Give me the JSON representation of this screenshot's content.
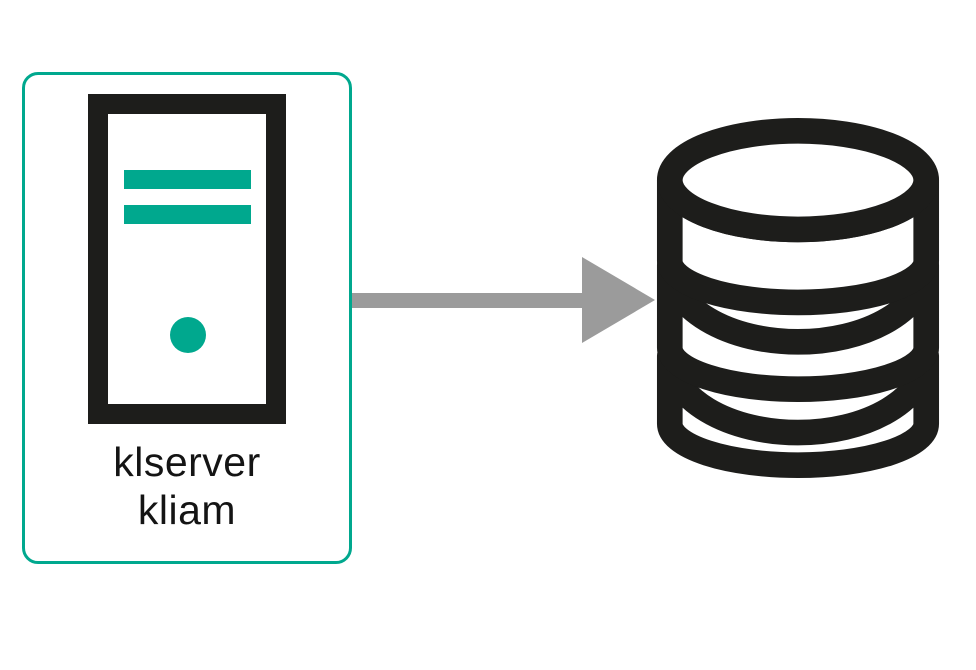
{
  "diagram": {
    "nodes": {
      "server": {
        "icon": "server-tower-icon",
        "labels": [
          "klserver",
          "kliam"
        ]
      },
      "database": {
        "icon": "database-icon"
      }
    },
    "connector": {
      "type": "arrow",
      "direction": "right",
      "from": "server",
      "to": "database"
    }
  },
  "colors": {
    "teal": "#00a88e",
    "ink": "#1d1d1b",
    "gray": "#9b9b9b",
    "bg": "#ffffff"
  }
}
